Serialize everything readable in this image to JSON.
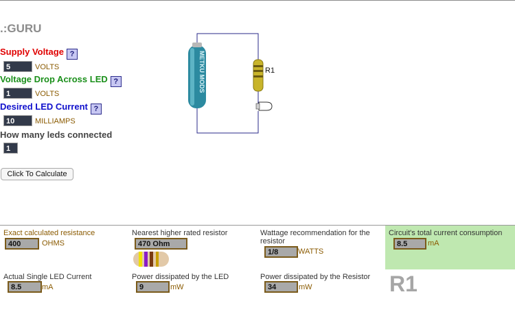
{
  "title": ".:GURU",
  "supply": {
    "label": "Supply Voltage",
    "value": "5",
    "unit": "VOLTS",
    "label_color": "#e00000"
  },
  "drop": {
    "label": "Voltage Drop Across LED",
    "value": "1",
    "unit": "VOLTS",
    "label_color": "#1a8f1a"
  },
  "current": {
    "label": "Desired LED Current",
    "value": "10",
    "unit": "MILLIAMPS",
    "label_color": "#1010cc"
  },
  "count": {
    "label": "How many leds connected",
    "value": "1",
    "label_color": "#444444"
  },
  "help_glyph": "?",
  "calculate_label": "Click To Calculate",
  "circuit": {
    "resistor_label": "R1",
    "battery_text": "METKU MODS"
  },
  "results": {
    "exact": {
      "label": "Exact calculated resistance",
      "value": "400",
      "unit": "OHMS"
    },
    "nearest": {
      "label": "Nearest higher rated resistor",
      "value": "470 Ohm"
    },
    "wattage": {
      "label": "Wattage recommendation for the resistor",
      "value": "1/8",
      "unit": "WATTS"
    },
    "total": {
      "label": "Circuit's total current consumption",
      "value": "8.5",
      "unit": "mA"
    },
    "single": {
      "label": "Actual Single LED Current",
      "value": "8.5",
      "unit": "mA"
    },
    "led_power": {
      "label": "Power dissipated by the LED",
      "value": "9",
      "unit": "mW"
    },
    "res_power": {
      "label": "Power dissipated by the Resistor",
      "value": "34",
      "unit": "mW"
    },
    "r1": "R1"
  },
  "colors": {
    "green_panel": "#bfe8b0",
    "input_bg": "#323a4a",
    "result_border": "#7a5a1a"
  }
}
